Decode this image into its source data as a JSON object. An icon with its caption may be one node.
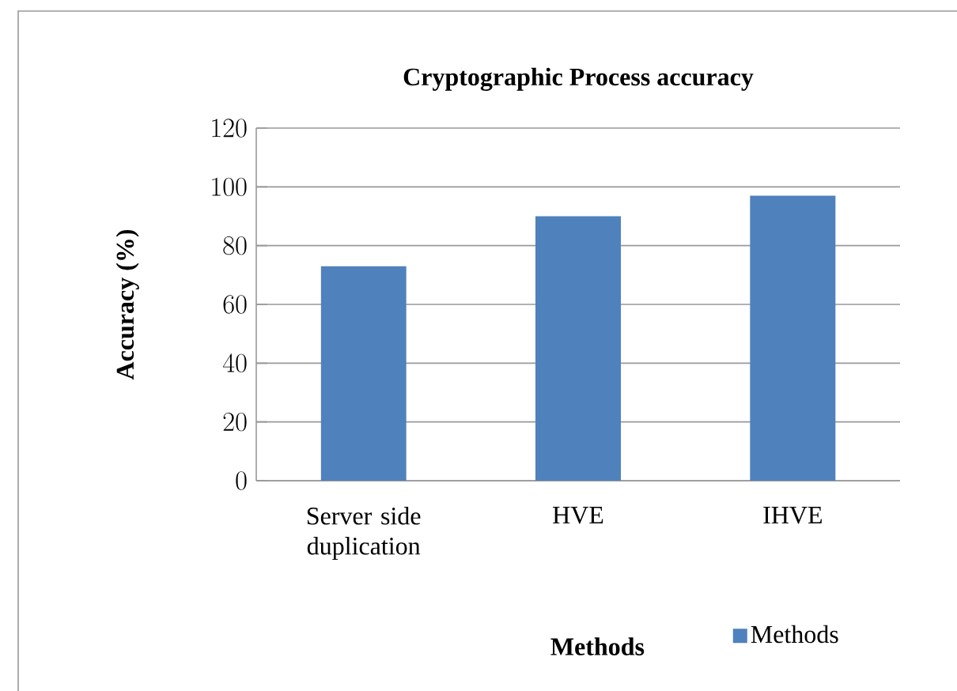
{
  "diagram": {
    "chart_data": {
      "type": "bar",
      "title": "Cryptographic Process accuracy",
      "xlabel": "Methods",
      "ylabel": "Accuracy (%)",
      "categories": [
        "Server side duplication",
        "HVE",
        "IHVE"
      ],
      "series": [
        {
          "name": "Methods",
          "color": "#4f81bd",
          "values": [
            73,
            90,
            97
          ]
        }
      ],
      "ylim": [
        0,
        120
      ],
      "grid": true,
      "yticks": [
        0,
        20,
        40,
        60,
        80,
        100,
        120
      ]
    }
  }
}
